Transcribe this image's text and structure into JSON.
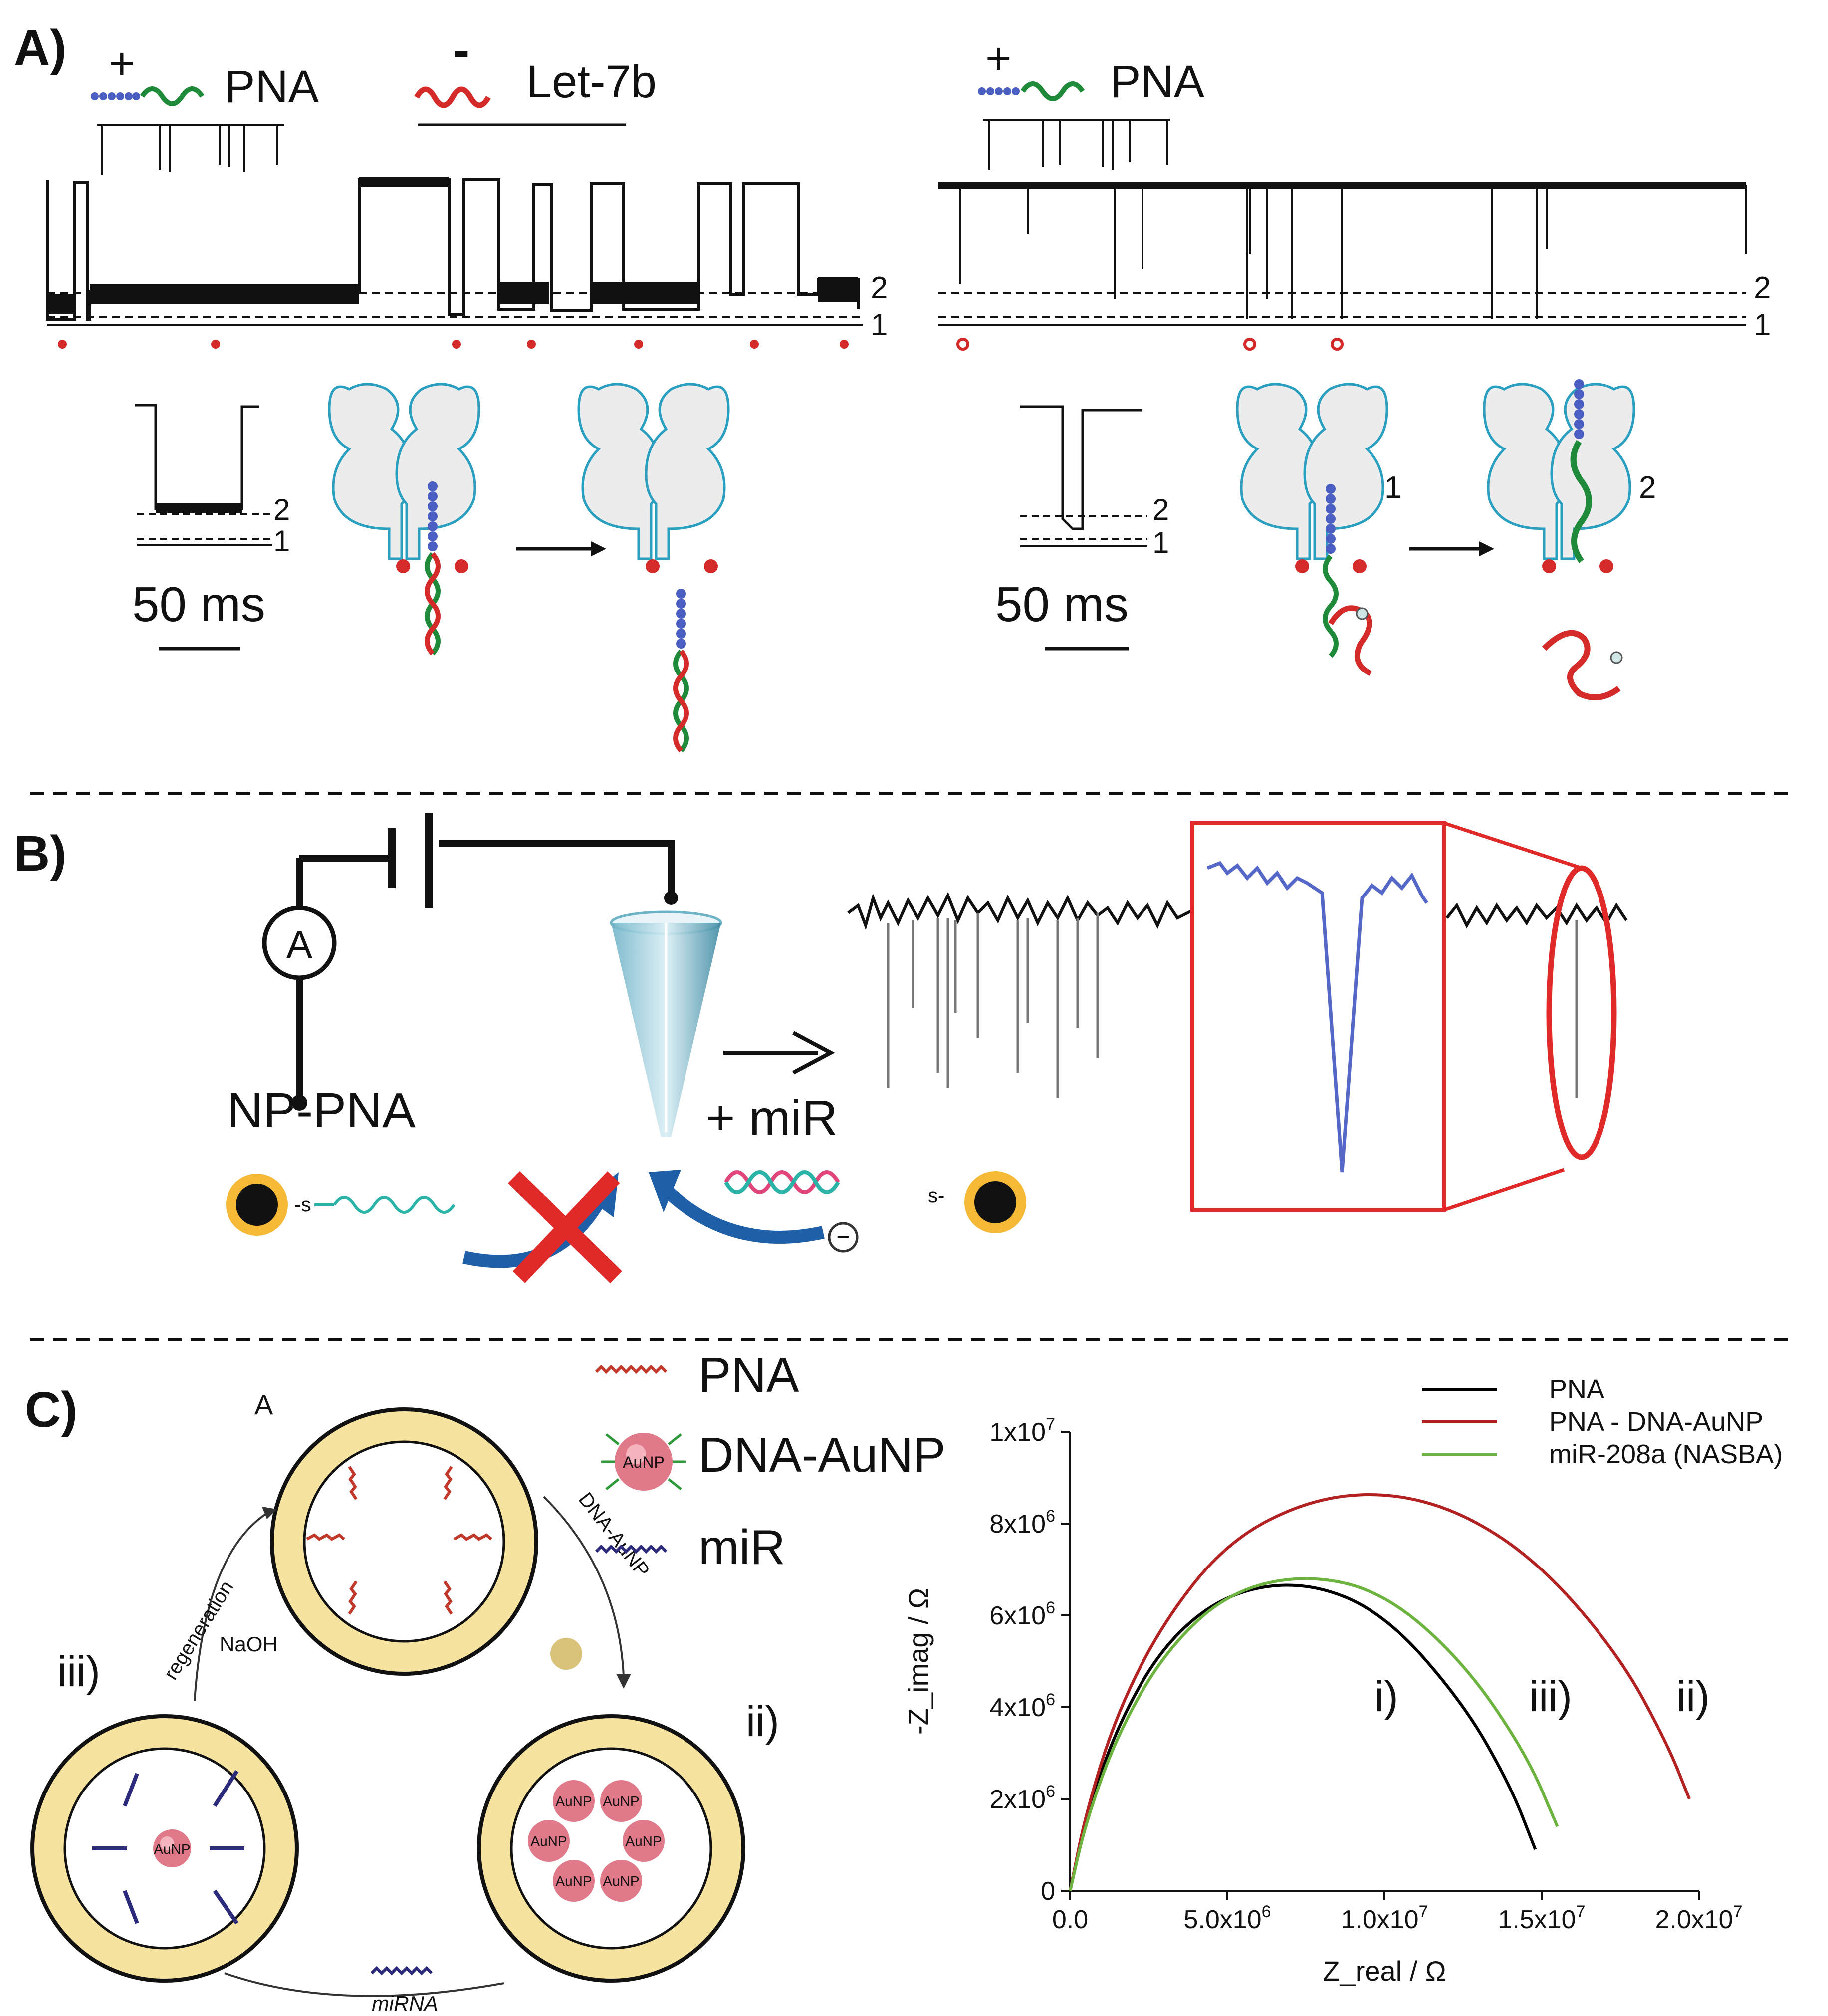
{
  "panel_a": {
    "label": "A)",
    "left": {
      "plus": "+",
      "pna_label": "PNA",
      "minus": "-",
      "let7b_label": "Let-7b",
      "level_2": "2",
      "level_1": "1",
      "inset_level_2": "2",
      "inset_level_1": "1",
      "scale_label": "50 ms"
    },
    "right": {
      "plus": "+",
      "pna_label": "PNA",
      "level_2": "2",
      "level_1": "1",
      "inset_level_2": "2",
      "inset_level_1": "1",
      "scale_label": "50 ms",
      "pore_state_1": "1",
      "pore_state_2": "2"
    }
  },
  "panel_b": {
    "label": "B)",
    "ammeter": "A",
    "np_pna_label": "NP-PNA",
    "mir_label": "+ miR",
    "charge_symbol": "−"
  },
  "panel_c": {
    "label": "C)",
    "cycle": {
      "state_a": "A",
      "step_ii_label": "ii)",
      "step_iii_label": "iii)",
      "arrow_dna_aunp": "DNA-AuNP",
      "arrow_regeneration": "regeneration",
      "arrow_naoh": "NaOH",
      "arrow_mirna": "miRNA",
      "aunp_text": "AuNP"
    },
    "key": [
      {
        "label": "PNA",
        "color": "#c0392b"
      },
      {
        "label": "DNA-AuNP",
        "color": "#e07a8a"
      },
      {
        "label": "miR",
        "color": "#2c2a7a"
      }
    ]
  },
  "chart_data": {
    "type": "line",
    "title": "",
    "xlabel": "Z_real / Ω",
    "ylabel": "-Z_imag / Ω",
    "xlim": [
      0,
      20000000
    ],
    "ylim": [
      0,
      10000000
    ],
    "x_ticks": [
      0,
      5000000,
      10000000,
      15000000,
      20000000
    ],
    "x_tick_labels": [
      {
        "base": "0.0",
        "exp": ""
      },
      {
        "base": "5.0x10",
        "exp": "6"
      },
      {
        "base": "1.0x10",
        "exp": "7"
      },
      {
        "base": "1.5x10",
        "exp": "7"
      },
      {
        "base": "2.0x10",
        "exp": "7"
      }
    ],
    "y_ticks": [
      0,
      2000000,
      4000000,
      6000000,
      8000000,
      10000000
    ],
    "y_tick_labels": [
      {
        "base": "0",
        "exp": ""
      },
      {
        "base": "2x10",
        "exp": "6"
      },
      {
        "base": "4x10",
        "exp": "6"
      },
      {
        "base": "6x10",
        "exp": "6"
      },
      {
        "base": "8x10",
        "exp": "6"
      },
      {
        "base": "1x10",
        "exp": "7"
      }
    ],
    "legend_position": "top-right",
    "series": [
      {
        "name": "PNA",
        "annotation": "i)",
        "color": "#000000",
        "x": [
          0,
          500000,
          1500000,
          3000000,
          5000000,
          7500000,
          10000000,
          12500000,
          14000000,
          14800000
        ],
        "y": [
          0,
          1600000,
          3600000,
          5400000,
          6500000,
          6750000,
          6050000,
          4100000,
          2300000,
          900000
        ]
      },
      {
        "name": "PNA - DNA-AuNP",
        "annotation": "ii)",
        "color": "#b22222",
        "x": [
          0,
          500000,
          1500000,
          3000000,
          5000000,
          7500000,
          10000000,
          12500000,
          15000000,
          17500000,
          19000000,
          19700000
        ],
        "y": [
          0,
          1700000,
          3900000,
          5900000,
          7600000,
          8500000,
          8700000,
          8250000,
          7100000,
          5100000,
          3200000,
          2000000
        ]
      },
      {
        "name": "miR-208a (NASBA)",
        "annotation": "iii)",
        "color": "#6db33f",
        "x": [
          0,
          500000,
          1500000,
          3000000,
          5000000,
          7500000,
          10000000,
          12500000,
          14500000,
          15500000
        ],
        "y": [
          0,
          1500000,
          3400000,
          5200000,
          6500000,
          6900000,
          6500000,
          5000000,
          3000000,
          1400000
        ]
      }
    ]
  }
}
